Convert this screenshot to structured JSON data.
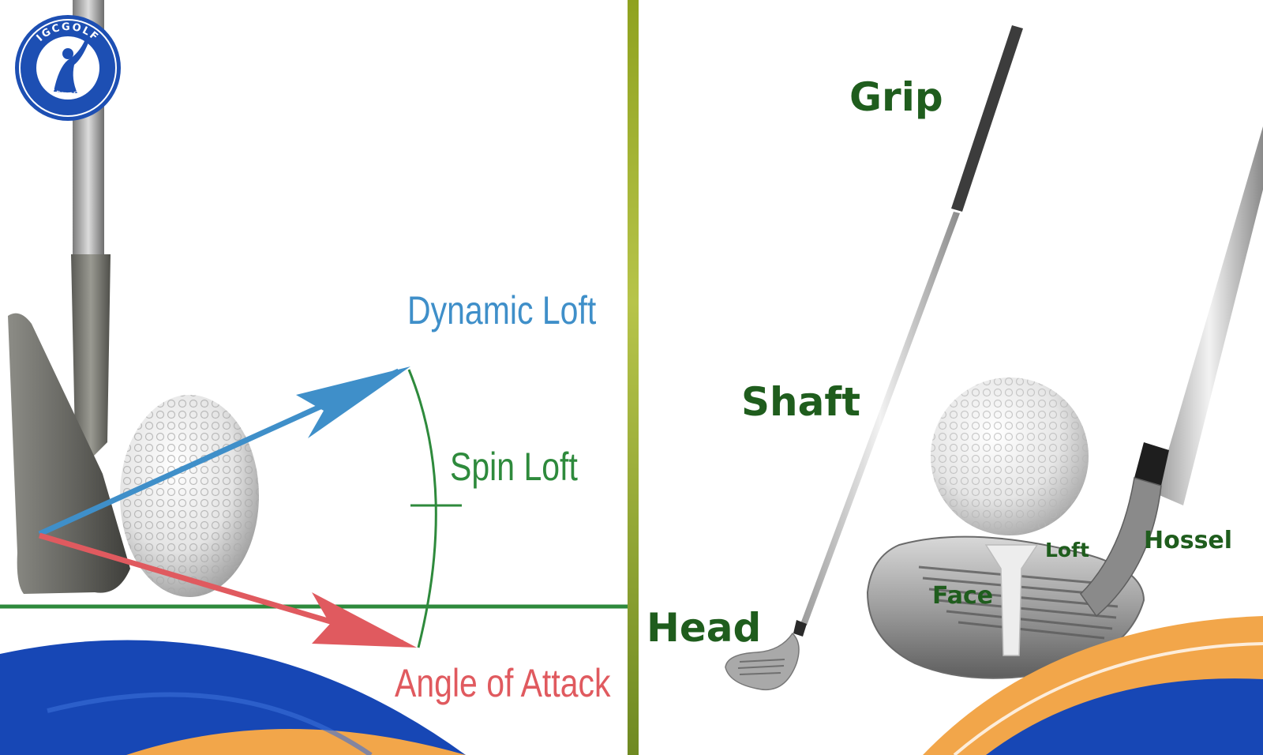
{
  "logo": {
    "text_top": "IGCGOLF",
    "text_bottom": "CENTER",
    "color": "#1d4fb3"
  },
  "left_diagram": {
    "labels": {
      "dynamic_loft": "Dynamic Loft",
      "spin_loft": "Spin Loft",
      "angle_of_attack": "Angle of Attack"
    },
    "colors": {
      "dynamic_loft": "#3f8fc9",
      "spin_loft": "#2e8a3c",
      "angle_of_attack": "#e05a5f",
      "ground_line": "#2e8a3c"
    }
  },
  "right_diagram": {
    "labels": {
      "grip": "Grip",
      "shaft": "Shaft",
      "head": "Head",
      "loft": "Loft",
      "hossel": "Hossel",
      "face": "Face"
    },
    "label_color": "#1f5d1d"
  },
  "decor": {
    "wave_blue": "#1747b5",
    "wave_orange": "#f2a64a"
  }
}
